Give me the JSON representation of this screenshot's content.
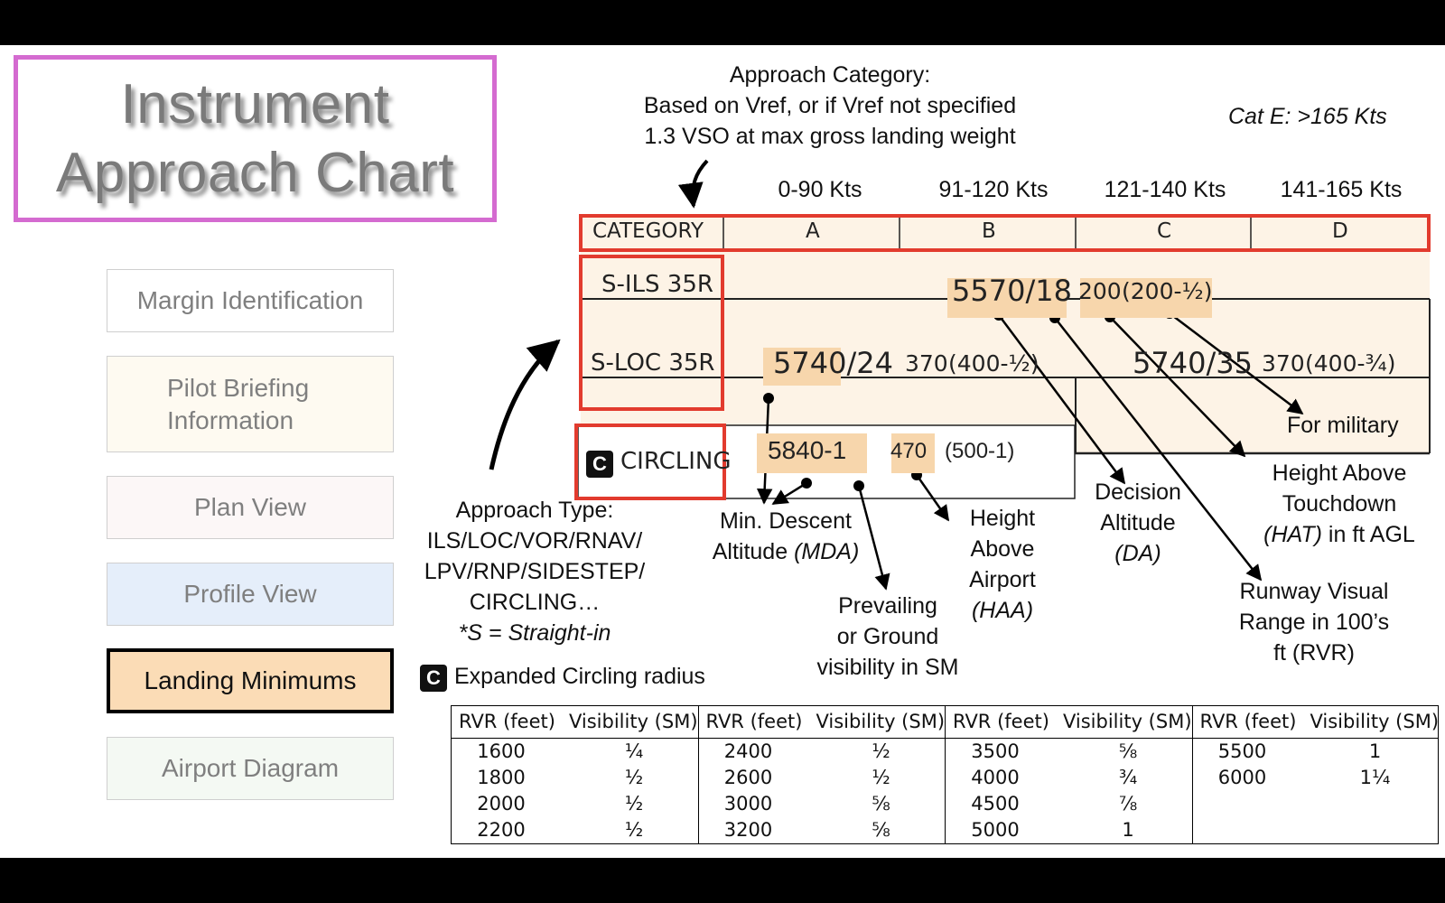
{
  "title": {
    "line1": "Instrument",
    "line2": "Approach Chart"
  },
  "nav": [
    {
      "label": "Margin Identification",
      "bg": "#ffffff"
    },
    {
      "label": "Pilot Briefing\nInformation",
      "bg": "#fefaf1"
    },
    {
      "label": "Plan View",
      "bg": "#fcf7f7"
    },
    {
      "label": "Profile View",
      "bg": "#e5eefa"
    },
    {
      "label": "Landing Minimums",
      "bg": "#fbdcb6"
    },
    {
      "label": "Airport Diagram",
      "bg": "#f4f9f3"
    }
  ],
  "annotations": {
    "approach_category": [
      "Approach Category:",
      "Based on Vref, or if Vref not specified",
      "1.3 VSO at max gross landing weight"
    ],
    "cat_e": "Cat E:  >165 Kts",
    "speeds": [
      "0-90 Kts",
      "91-120 Kts",
      "121-140 Kts",
      "141-165 Kts"
    ],
    "for_military": "For military",
    "approach_type": [
      "Approach Type:",
      "ILS/LOC/VOR/RNAV/",
      "LPV/RNP/SIDESTEP/",
      "CIRCLING…",
      "*S = Straight-in",
      "Expanded Circling radius"
    ],
    "mda": [
      "Min. Descent",
      "Altitude ",
      "(MDA)"
    ],
    "visibility": [
      "Prevailing",
      "or Ground",
      "visibility in SM"
    ],
    "haa": [
      "Height",
      "Above",
      "Airport",
      "(HAA)"
    ],
    "da": [
      "Decision",
      "Altitude",
      "(DA)"
    ],
    "hat": [
      "Height Above",
      "Touchdown",
      "(HAT)",
      " in ft AGL"
    ],
    "rvr": [
      "Runway Visual",
      "Range in 100’s",
      "ft (RVR)"
    ]
  },
  "minimums_table": {
    "category_label": "CATEGORY",
    "categories": [
      "A",
      "B",
      "C",
      "D"
    ],
    "ils": {
      "name": "S-ILS 35R",
      "da_vis": "5570/18",
      "hat": "200",
      "military": "(200-½)"
    },
    "loc": {
      "name": "S-LOC 35R",
      "ab_mda_vis": "5740/24",
      "ab_hat": "370",
      "ab_military": "(400-½)",
      "cd_mda_vis": "5740/35",
      "cd_hat": "370",
      "cd_military": "(400-¾)"
    },
    "circling": {
      "badge": "C",
      "name": "CIRCLING",
      "mda_vis": "5840-1",
      "haa": "470",
      "military": "(500-1)"
    }
  },
  "rvr_table": {
    "headers": [
      "RVR (feet)",
      "Visibility (SM)"
    ],
    "columns": [
      [
        [
          "1600",
          "¼"
        ],
        [
          "1800",
          "½"
        ],
        [
          "2000",
          "½"
        ],
        [
          "2200",
          "½"
        ]
      ],
      [
        [
          "2400",
          "½"
        ],
        [
          "2600",
          "½"
        ],
        [
          "3000",
          "⅝"
        ],
        [
          "3200",
          "⅝"
        ]
      ],
      [
        [
          "3500",
          "⅝"
        ],
        [
          "4000",
          "¾"
        ],
        [
          "4500",
          "⅞"
        ],
        [
          "5000",
          "1"
        ]
      ],
      [
        [
          "5500",
          "1"
        ],
        [
          "6000",
          "1¼"
        ]
      ]
    ]
  },
  "colors": {
    "accent_red": "#e23b2e",
    "title_border": "#d46bd0",
    "chart_bg": "#fdf3e6",
    "highlight": "#f7d6ac"
  }
}
